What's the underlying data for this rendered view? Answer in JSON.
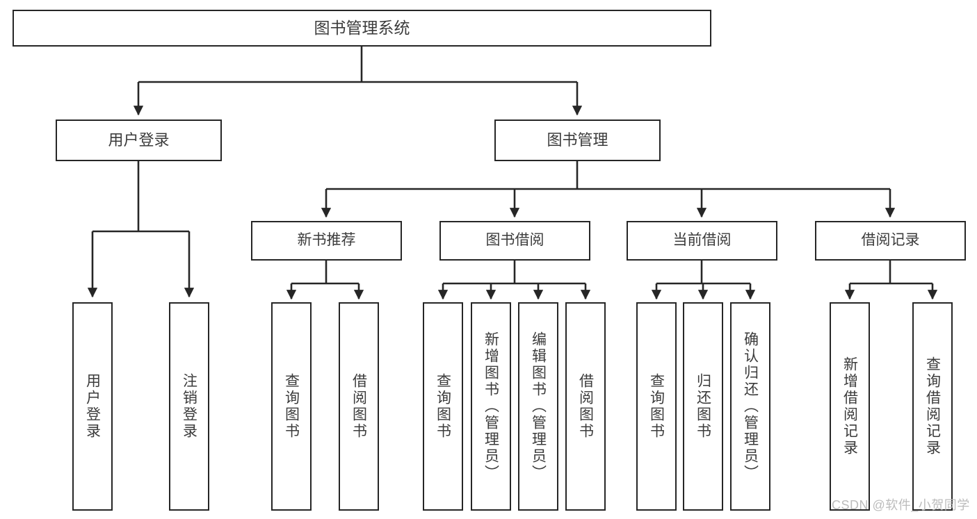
{
  "diagram": {
    "title": "图书管理系统",
    "type": "tree-hierarchy",
    "orientation": "top-down",
    "stroke_color": "#262626",
    "text_color": "#3b3b3b",
    "background_color": "#ffffff",
    "watermark": "CSDN @软件_小贺同学"
  },
  "nodes": {
    "root": {
      "label": "图书管理系统"
    },
    "level1": [
      {
        "id": "user-login",
        "label": "用户登录"
      },
      {
        "id": "book-manage",
        "label": "图书管理"
      }
    ],
    "level2": [
      {
        "id": "new-book-recommend",
        "label": "新书推荐"
      },
      {
        "id": "book-borrow",
        "label": "图书借阅"
      },
      {
        "id": "current-borrow",
        "label": "当前借阅"
      },
      {
        "id": "borrow-record",
        "label": "借阅记录"
      }
    ],
    "leaves": {
      "user-login": [
        {
          "id": "leaf-user-login",
          "label": "用户登录"
        },
        {
          "id": "leaf-logout-login",
          "label": "注销登录"
        }
      ],
      "new-book-recommend": [
        {
          "id": "leaf-query-book-1",
          "label": "查询图书"
        },
        {
          "id": "leaf-borrow-book-1",
          "label": "借阅图书"
        }
      ],
      "book-borrow": [
        {
          "id": "leaf-query-book-2",
          "label": "查询图书"
        },
        {
          "id": "leaf-add-book",
          "label": "新增图书（管理员）"
        },
        {
          "id": "leaf-edit-book",
          "label": "编辑图书（管理员）"
        },
        {
          "id": "leaf-borrow-book-2",
          "label": "借阅图书"
        }
      ],
      "current-borrow": [
        {
          "id": "leaf-query-book-3",
          "label": "查询图书"
        },
        {
          "id": "leaf-return-book",
          "label": "归还图书"
        },
        {
          "id": "leaf-confirm-return",
          "label": "确认归还（管理员）"
        }
      ],
      "borrow-record": [
        {
          "id": "leaf-add-record",
          "label": "新增借阅记录"
        },
        {
          "id": "leaf-query-record",
          "label": "查询借阅记录"
        }
      ]
    }
  }
}
